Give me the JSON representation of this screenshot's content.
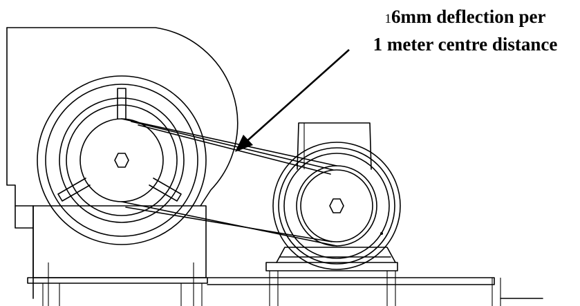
{
  "callout": {
    "line1_lead": "1",
    "line1_rest": "6mm deflection per",
    "line2": "1 meter centre distance"
  },
  "colors": {
    "ink": "#000000",
    "paper": "#ffffff"
  }
}
